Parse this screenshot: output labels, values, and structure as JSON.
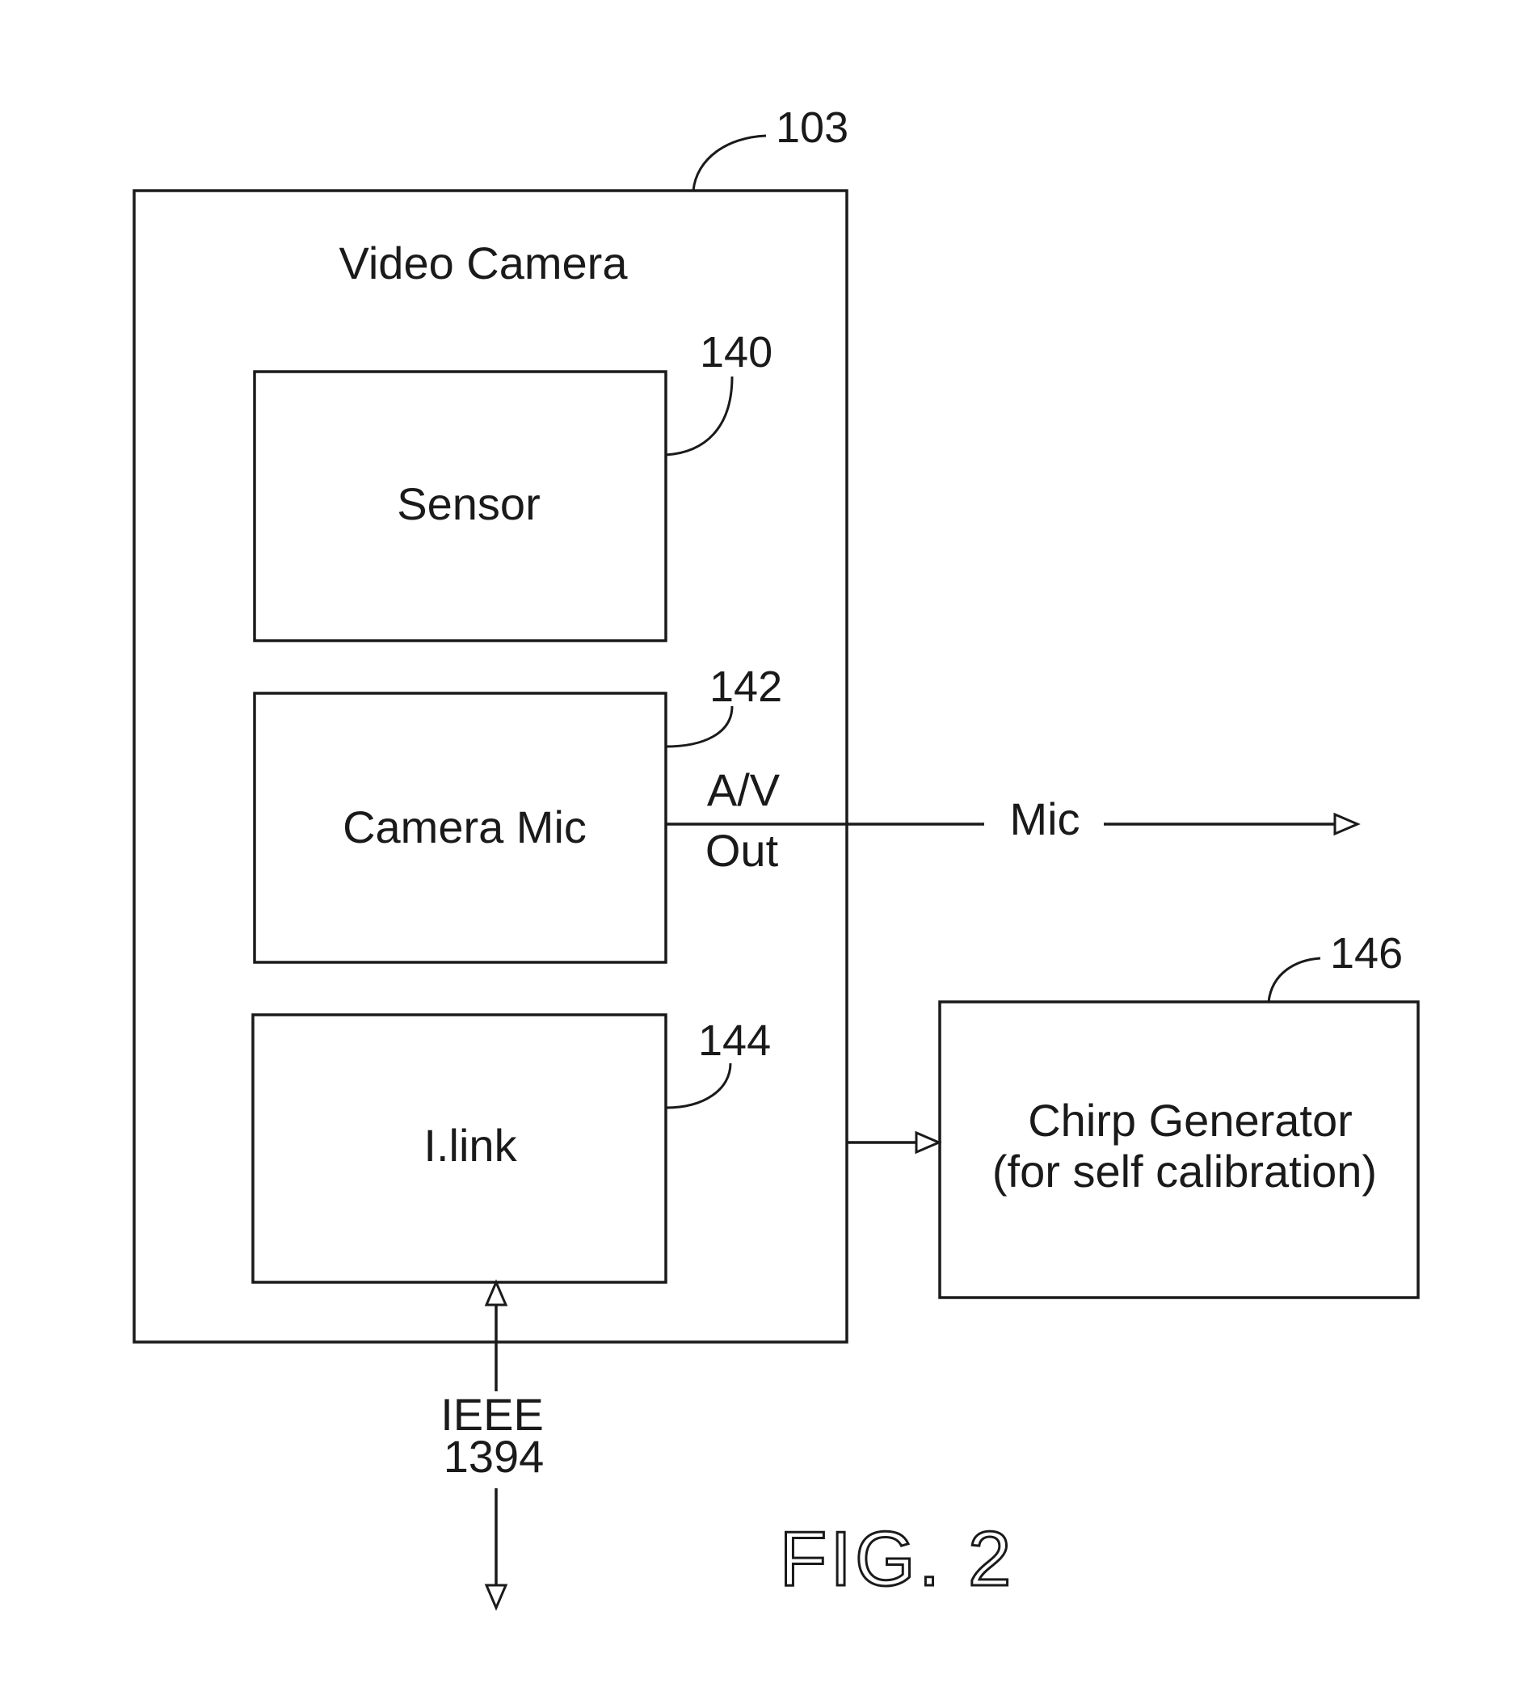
{
  "figure_label": "FIG. 2",
  "camera": {
    "ref": "103",
    "title": "Video Camera"
  },
  "sensor": {
    "ref": "140",
    "label": "Sensor"
  },
  "camera_mic": {
    "ref": "142",
    "label": "Camera Mic",
    "av_label_line1": "A/V",
    "av_label_line2": "Out",
    "mic_label": "Mic"
  },
  "ilink": {
    "ref": "144",
    "label": "I.link",
    "bus_line1": "IEEE",
    "bus_line2": "1394"
  },
  "chirp": {
    "ref": "146",
    "line1": "Chirp Generator",
    "line2": "(for self calibration)"
  }
}
